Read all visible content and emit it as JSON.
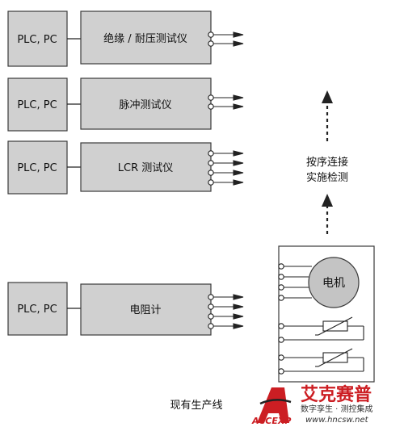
{
  "stations": [
    {
      "plc_label": "PLC, PC",
      "tester_label": "绝缘 / 耐压测试仪",
      "terminal_count": 2
    },
    {
      "plc_label": "PLC, PC",
      "tester_label": "脉冲测试仪",
      "terminal_count": 2
    },
    {
      "plc_label": "PLC, PC",
      "tester_label": "LCR 测试仪",
      "terminal_count": 4
    },
    {
      "plc_label": "PLC, PC",
      "tester_label": "电阻计",
      "terminal_count": 4
    }
  ],
  "flow": {
    "label_line1": "按序连接",
    "label_line2": "实施检测"
  },
  "motor_unit": {
    "motor_label": "电机"
  },
  "caption": "现有生产线",
  "watermark": {
    "brand": "艾克赛普",
    "tagline": "数字孪生 · 测控集成",
    "url": "www.hncsw.net",
    "logo_letters": "ACCEXP"
  },
  "colors": {
    "box_fill": "#d0d0d0",
    "box_stroke": "#3a3a3a",
    "motor_fill": "#c4c4c4",
    "line": "#222222",
    "logo_red": "#cc1e23"
  }
}
